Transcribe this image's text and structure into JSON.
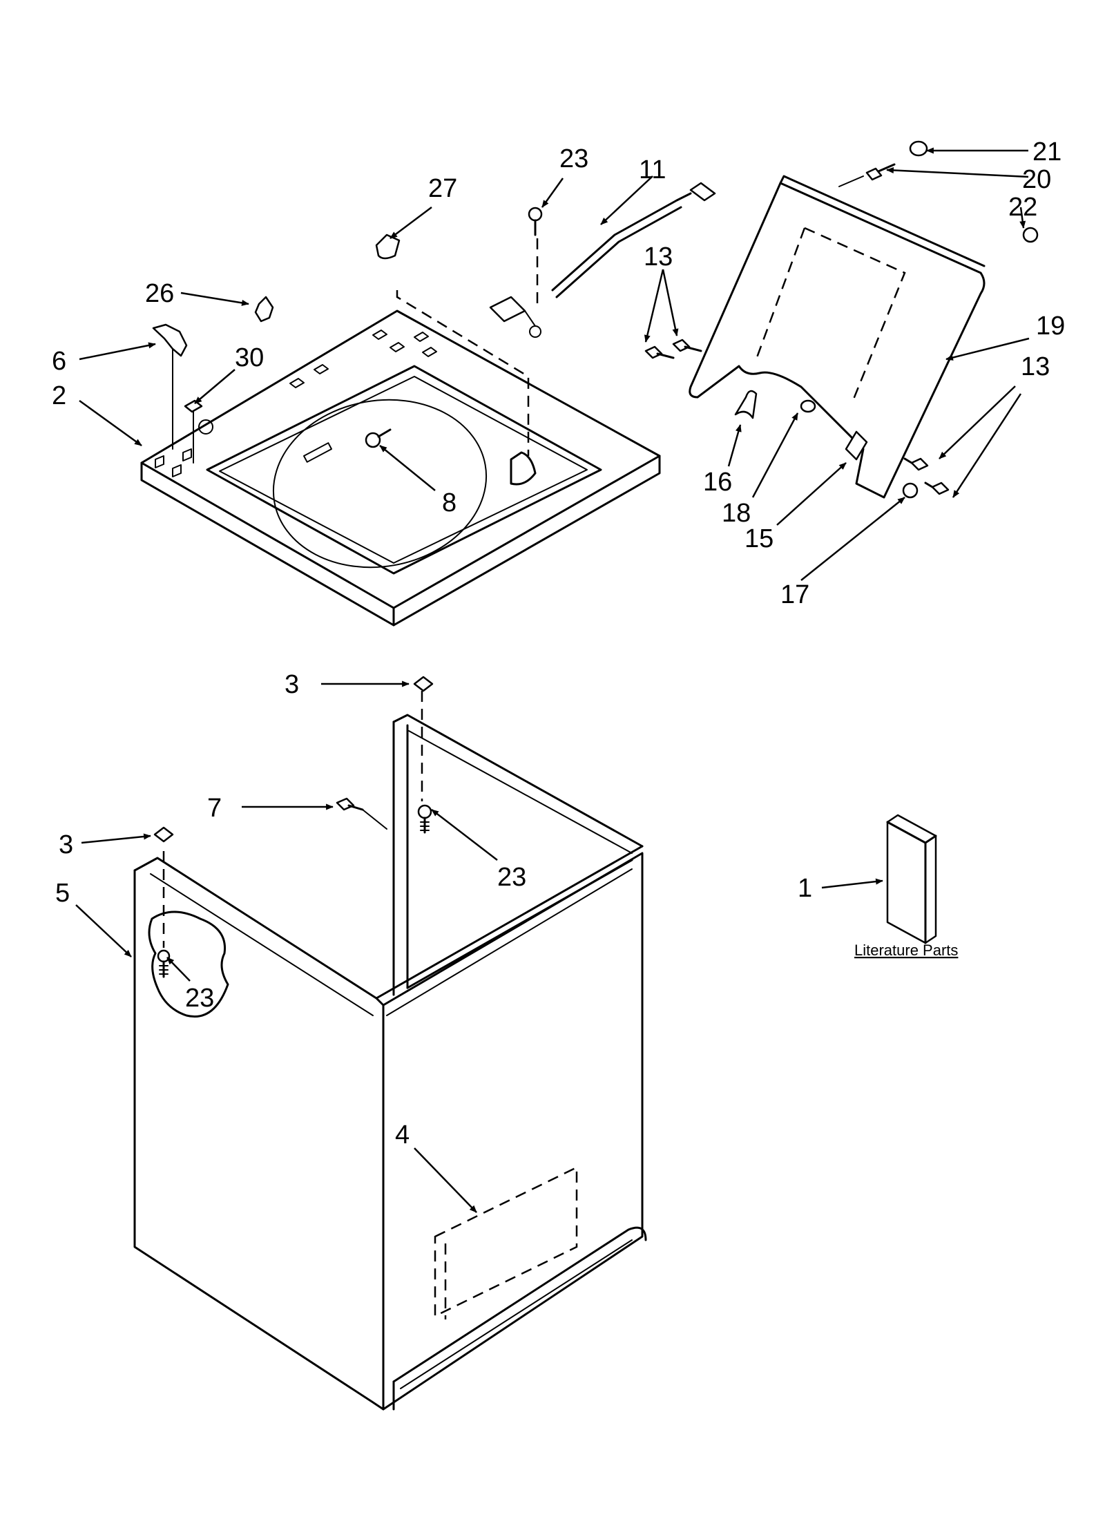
{
  "diagram": {
    "labels": {
      "l1": "1",
      "l2": "2",
      "l3a": "3",
      "l3b": "3",
      "l4": "4",
      "l5": "5",
      "l6": "6",
      "l7": "7",
      "l8": "8",
      "l11": "11",
      "l13a": "13",
      "l13b": "13",
      "l15": "15",
      "l16": "16",
      "l17": "17",
      "l18": "18",
      "l19": "19",
      "l20": "20",
      "l21": "21",
      "l22": "22",
      "l23a": "23",
      "l23b": "23",
      "l23c": "23",
      "l26": "26",
      "l27": "27",
      "l30": "30"
    },
    "literature_caption": "Literature Parts"
  }
}
